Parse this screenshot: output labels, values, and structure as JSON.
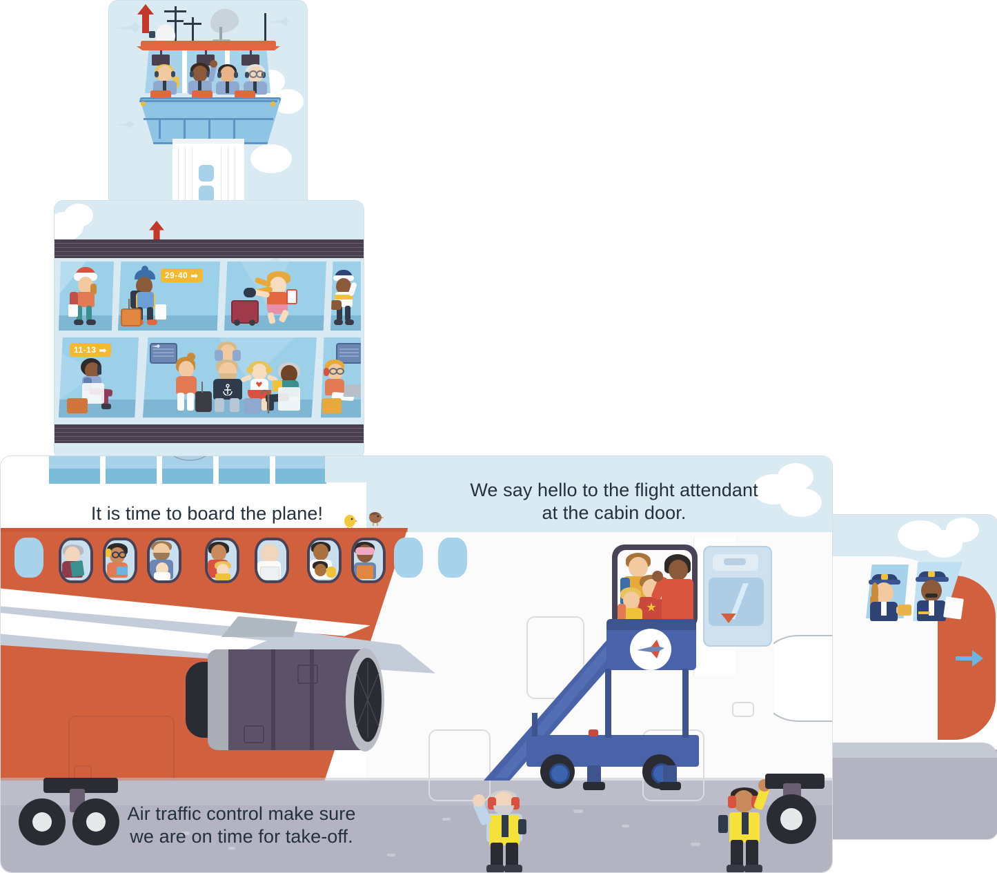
{
  "page": {
    "title": "Airport board book spread",
    "background": "#ffffff"
  },
  "captions": {
    "board": "It is time to board the plane!",
    "hello": "We say hello to the flight attendant\nat the cabin door.",
    "hello_line1": "We say hello to the flight attendant",
    "hello_line2": "at the cabin door.",
    "atc_line1": "Air traffic control make sure",
    "atc_line2": "we are on time for take-off.",
    "atc": "Air traffic control make sure we are on time for take-off."
  },
  "signs": {
    "gate_upper": {
      "label": "29-40",
      "arrow": "➡",
      "bg": "#f3b935",
      "text_color": "#ffffff"
    },
    "gate_lower": {
      "label": "11-13",
      "arrow": "➡",
      "bg": "#f3b935",
      "text_color": "#ffffff"
    },
    "tower_arrow_up": {
      "icon": "up-arrow-icon",
      "color": "#c0392b"
    },
    "shaft_arrow_up": {
      "icon": "up-arrow-icon",
      "color": "#c0392b"
    },
    "nose_arrow_right": {
      "icon": "right-arrow-icon",
      "color": "#6bb5e0"
    }
  },
  "colors": {
    "sky": "#d9eaf2",
    "fuselage_orange": "#d1603f",
    "fuselage_white": "#fbfbfb",
    "terminal_band": "#4a3f4e",
    "terminal_glass": "#9ccfe8",
    "tarmac": "#b3b3c2",
    "stairs_blue": "#4a63a8",
    "engine_grey": "#5b5169",
    "hi_vis_yellow": "#f5e03c",
    "ear_defender_red": "#d8533f",
    "pilot_navy": "#2f4374",
    "attendant_red": "#d9553f",
    "tower_roof": "#e2663f",
    "balcony_blue": "#8fc4e4",
    "text": "#24303c"
  },
  "tower": {
    "name": "air-traffic-control-tower",
    "controllers": [
      {
        "name": "controller-1",
        "skin": "#f3c9a0",
        "hair": "#e8c35a",
        "uniform": "#8fa8cf",
        "headset": "#3a4a5c"
      },
      {
        "name": "controller-2",
        "skin": "#8a5a3b",
        "hair": "#3b2a21",
        "uniform": "#8fa8cf",
        "headset": "#3a4a5c"
      },
      {
        "name": "controller-3",
        "skin": "#e8b487",
        "hair": "#2f2a28",
        "uniform": "#8fa8cf",
        "headset": "#3a4a5c"
      },
      {
        "name": "controller-4",
        "skin": "#f1d6bd",
        "hair": "#e4e4e4",
        "uniform": "#8fa8cf",
        "headset": "#3a4a5c"
      }
    ],
    "equipment": [
      "antenna-mast",
      "antenna-mast",
      "satellite-dish",
      "radar-dome",
      "whip-antenna"
    ]
  },
  "terminal": {
    "name": "departures-terminal",
    "upper_window_people": [
      {
        "name": "passenger-with-backpack",
        "skin": "#f3c9a0",
        "hat": "#d8533f",
        "top": "#e27a54"
      },
      {
        "name": "passenger-with-rolling-case",
        "skin": "#8a5a3b",
        "hat": "#3b6ea8",
        "top": "#f0c23c"
      },
      {
        "name": "passenger-running-late",
        "skin": "#f7dcc0",
        "hat": "#e8a93c",
        "top": "#e2663f"
      },
      {
        "name": "passenger-waving",
        "skin": "#8a5a3b",
        "hat": "#2f4374",
        "top": "#fbfbfb"
      }
    ],
    "lower_window_people": [
      {
        "name": "passenger-on-phone",
        "skin": "#8a5a3b",
        "hair": "#2f2a28",
        "top": "#8fa8cf"
      },
      {
        "name": "passenger-mother",
        "skin": "#f3c9a0",
        "hair": "#c98a3c",
        "top": "#e27a54"
      },
      {
        "name": "passenger-father-with-child",
        "skin": "#f3c9a0",
        "hair": "#d8b98a",
        "top": "#2f3b4a"
      },
      {
        "name": "passenger-child-girl",
        "skin": "#f7dcc0",
        "hair": "#e8c35a",
        "top": "#fbfbfb"
      },
      {
        "name": "passenger-elder-with-drink",
        "skin": "#6f4429",
        "hair": "#cfcfcf",
        "top": "#3b8f8f"
      },
      {
        "name": "passenger-with-laptop",
        "skin": "#f3c9a0",
        "hair": "#e8a93c",
        "top": "#e27a54"
      }
    ],
    "objects": [
      "suitcase",
      "rolling-case",
      "handbag",
      "walking-cane",
      "laptop",
      "headphones",
      "flight-info-board"
    ]
  },
  "aircraft": {
    "name": "passenger-aircraft",
    "livery": {
      "body": "#d1603f",
      "rear": "#fbfbfb"
    },
    "cabin_windows": [
      {
        "name": "cabin-window-empty",
        "occupant": null
      },
      {
        "name": "cabin-window-reader",
        "occupant": "passenger-reading-book",
        "skin": "#f1d6bd",
        "hair": "#b9b9bd",
        "top": "#8f3b49"
      },
      {
        "name": "cabin-window-headphones",
        "occupant": "passenger-with-headphones",
        "skin": "#c98a5c",
        "hair": "#2f2a28",
        "top": "#e27a54"
      },
      {
        "name": "cabin-window-father-baby",
        "occupant": "passenger-father-and-baby",
        "skin": "#f3c9a0",
        "hair": "#9c7a55",
        "top": "#6d87b5"
      },
      {
        "name": "cabin-window-mother-child",
        "occupant": "passenger-mother-and-child",
        "skin": "#c98a5c",
        "hair": "#2f2a28",
        "top": "#d8533f"
      },
      {
        "name": "cabin-window-bald",
        "occupant": "passenger-bald-man",
        "skin": "#f1d6bd",
        "hair": "#f1d6bd",
        "top": "#fbfbfb"
      },
      {
        "name": "cabin-window-with-toy",
        "occupant": "passenger-child-with-toy",
        "skin": "#a9713f",
        "hair": "#2f2a28",
        "top": "#fbfbfb"
      },
      {
        "name": "cabin-window-sleep-mask",
        "occupant": "passenger-with-sleep-mask",
        "skin": "#8a5a3b",
        "hair": "#2f2a28",
        "top": "#6d87b5"
      }
    ],
    "engine": {
      "name": "jet-engine",
      "nacelle": "#5b5169",
      "lip": "#b9bcc4"
    },
    "landing_gear": {
      "name": "main-landing-gear",
      "tyres": 2
    },
    "nose_gear": {
      "name": "nose-landing-gear",
      "tyres": 1
    }
  },
  "boarding": {
    "name": "boarding-area",
    "doorway_people": [
      {
        "name": "boarding-father",
        "skin": "#f3c9a0",
        "hair": "#a8743c",
        "top": "#e8a93c"
      },
      {
        "name": "boarding-child-boy",
        "skin": "#f3c9a0",
        "hair": "#a8743c",
        "top": "#c94a3c"
      },
      {
        "name": "boarding-child-girl",
        "skin": "#f3c9a0",
        "hair": "#e8c35a",
        "top": "#f0c23c"
      },
      {
        "name": "flight-attendant",
        "skin": "#8a5a3b",
        "hair": "#2f2a28",
        "top": "#d9553f"
      }
    ],
    "stairs": {
      "name": "boarding-stairs",
      "color": "#4a63a8",
      "logo": "airline-plane-logo"
    },
    "ground_crew": [
      {
        "name": "ground-crew-left",
        "skin": "#f1d6bd",
        "hair": "#cfcfcf",
        "vest": "#f5e03c",
        "ear_defenders": "#d8533f",
        "gesture": "waving"
      },
      {
        "name": "ground-crew-right",
        "skin": "#c98a5c",
        "hair": "#2f2a28",
        "vest": "#f5e03c",
        "ear_defenders": "#d8533f",
        "gesture": "holding-radio"
      }
    ]
  },
  "cockpit": {
    "name": "cockpit",
    "pilots": [
      {
        "name": "first-officer",
        "skin": "#f3c9a0",
        "hair": "#c98a3c",
        "uniform": "#2f4374",
        "cap": "#2f4374"
      },
      {
        "name": "captain",
        "skin": "#8a5a3b",
        "hair": "#2f2a28",
        "uniform": "#2f4374",
        "cap": "#2f4374"
      }
    ]
  },
  "birds": [
    {
      "name": "chick-bird",
      "color": "#f3c93c"
    },
    {
      "name": "brown-bird",
      "color": "#9c6b4a"
    }
  ],
  "flap": {
    "name": "pull-tab-flap",
    "notch": {
      "name": "thumb-notch",
      "shape": "semicircle"
    }
  }
}
